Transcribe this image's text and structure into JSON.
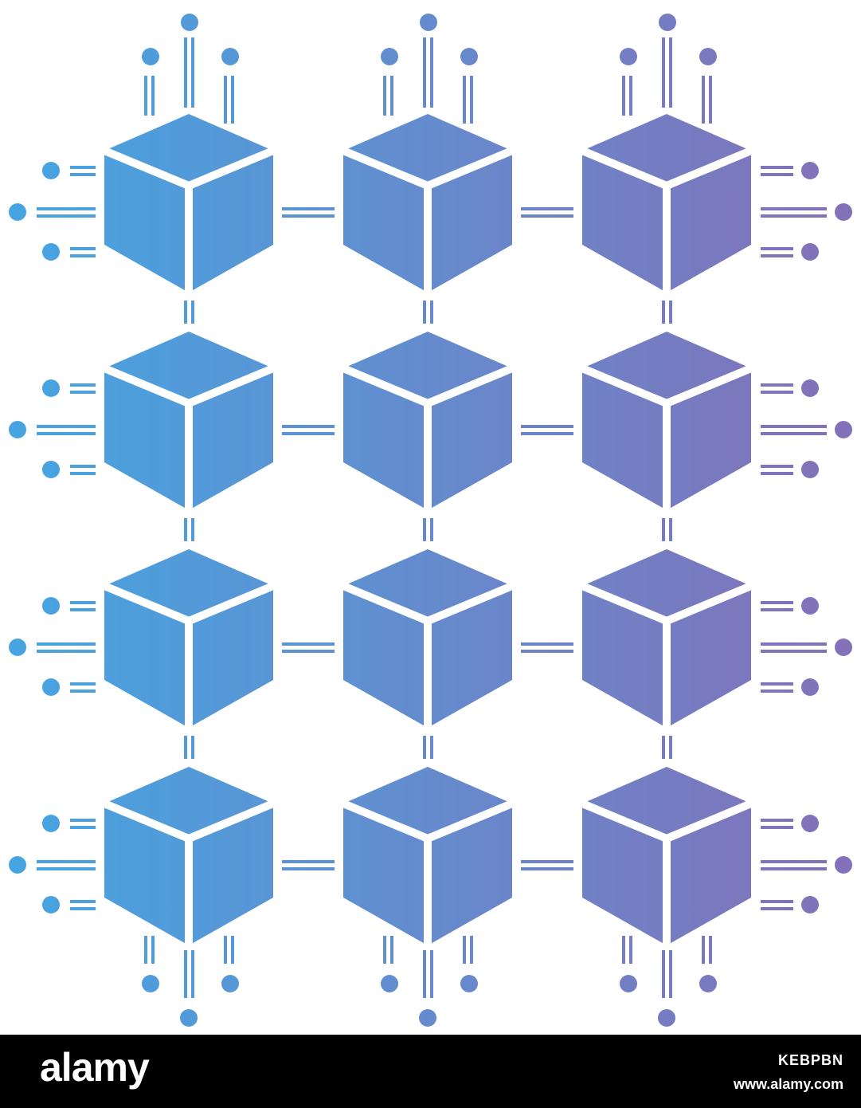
{
  "colors": {
    "gradient_start": "#45a6e2",
    "gradient_end": "#8470b8",
    "background": "#ffffff",
    "banner": "#000000",
    "banner_text": "#ffffff"
  },
  "grid": {
    "rows": 4,
    "columns": 3
  },
  "footer": {
    "logo": "alamy",
    "image_id": "KEBPBN",
    "site": "www.alamy.com"
  }
}
